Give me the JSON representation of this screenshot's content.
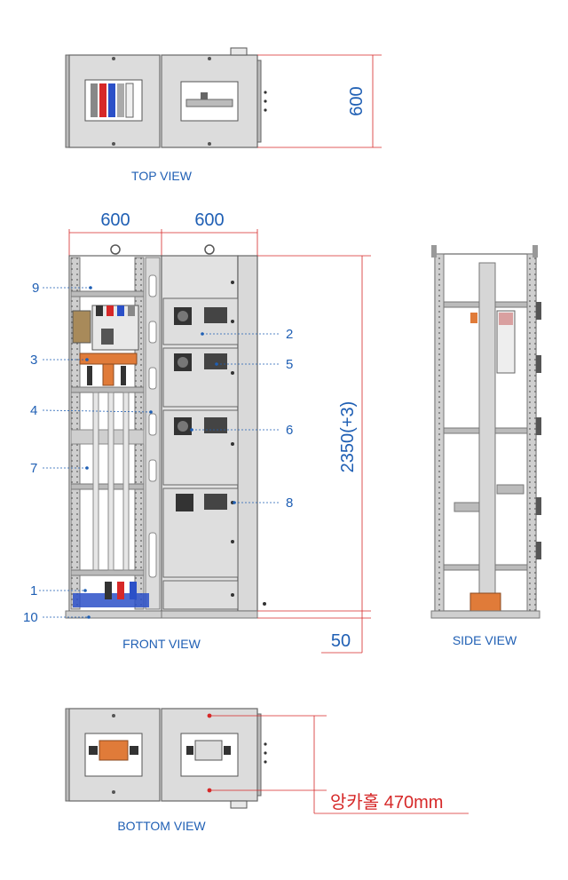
{
  "views": {
    "top": "TOP VIEW",
    "front": "FRONT VIEW",
    "side": "SIDE VIEW",
    "bottom": "BOTTOM VIEW"
  },
  "dimensions": {
    "top_depth": "600",
    "width_left": "600",
    "width_right": "600",
    "height": "2350(+3)",
    "base": "50",
    "anchor": "앙카홀 470mm"
  },
  "callouts": {
    "c1": "1",
    "c2": "2",
    "c3": "3",
    "c4": "4",
    "c5": "5",
    "c6": "6",
    "c7": "7",
    "c8": "8",
    "c9": "9",
    "c10": "10"
  },
  "colors": {
    "label": "#1f5fb4",
    "dimension": "#d62828",
    "panel": "#d9d9d9",
    "panel_dark": "#b8b8b8",
    "copper": "#e07b39"
  }
}
